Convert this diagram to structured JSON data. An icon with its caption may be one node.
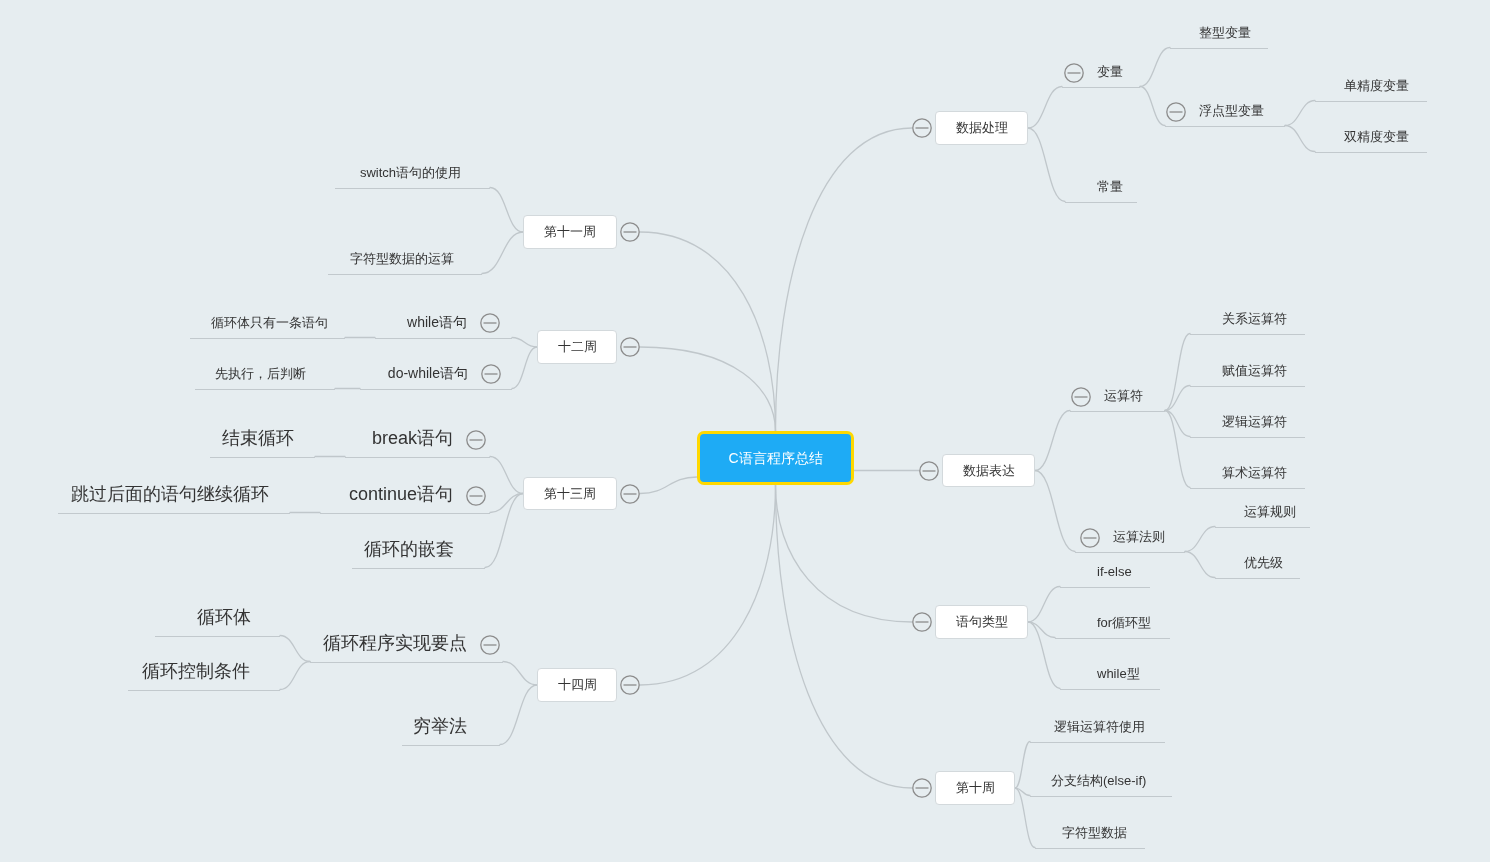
{
  "diagram": {
    "nodes": [
      {
        "text": [
          "C语言程序总结"
        ]
      },
      {
        "text": [
          "数据处理"
        ]
      },
      {
        "text": [
          "变量"
        ]
      },
      {
        "text": [
          "整型变量"
        ]
      },
      {
        "text": [
          "浮点型变量"
        ]
      },
      {
        "text": [
          "单精度变量"
        ]
      },
      {
        "text": [
          "双精度变量"
        ]
      },
      {
        "text": [
          "常量"
        ]
      },
      {
        "text": [
          "数据表达"
        ]
      },
      {
        "text": [
          "运算符"
        ]
      },
      {
        "text": [
          "关系运算符"
        ]
      },
      {
        "text": [
          "赋值运算符"
        ]
      },
      {
        "text": [
          "逻辑运算符"
        ]
      },
      {
        "text": [
          "算术运算符"
        ]
      },
      {
        "text": [
          "运算法则"
        ]
      },
      {
        "text": [
          "运算规则"
        ]
      },
      {
        "text": [
          "优先级"
        ]
      },
      {
        "text": [
          "语句类型"
        ]
      },
      {
        "text": [
          "if-else"
        ]
      },
      {
        "text": [
          "for循环型"
        ]
      },
      {
        "text": [
          "while型"
        ]
      },
      {
        "text": [
          "第十周"
        ]
      },
      {
        "text": [
          "逻辑运算符使用"
        ]
      },
      {
        "text": [
          "分支结构(else-if)"
        ]
      },
      {
        "text": [
          "字符型数据"
        ]
      },
      {
        "text": [
          "第十一周"
        ]
      },
      {
        "text": [
          "switch语句的使用"
        ]
      },
      {
        "text": [
          "字符型数据的运算"
        ]
      },
      {
        "text": [
          "十二周"
        ]
      },
      {
        "text": [
          "while语句"
        ]
      },
      {
        "text": [
          "循环体只有一条语句"
        ]
      },
      {
        "text": [
          "do-while语句"
        ]
      },
      {
        "text": [
          "先执行，后判断"
        ]
      },
      {
        "text": [
          "第十三周"
        ]
      },
      {
        "text": [
          "break语句"
        ]
      },
      {
        "text": [
          "结束循环"
        ]
      },
      {
        "text": [
          "continue语句"
        ]
      },
      {
        "text": [
          "跳过后面的语句继续循环"
        ]
      },
      {
        "text": [
          "循环的嵌套"
        ]
      },
      {
        "text": [
          "十四周"
        ]
      },
      {
        "text": [
          "循环程序实现要点"
        ]
      },
      {
        "text": [
          "循环体"
        ]
      },
      {
        "text": [
          "循环控制条件"
        ]
      },
      {
        "text": [
          "穷举法"
        ]
      }
    ],
    "edges": [
      {
        "from": 0,
        "to": 1,
        "arrow": "none"
      },
      {
        "from": 1,
        "to": 2,
        "arrow": "none"
      },
      {
        "from": 2,
        "to": 3,
        "arrow": "none"
      },
      {
        "from": 2,
        "to": 4,
        "arrow": "none"
      },
      {
        "from": 4,
        "to": 5,
        "arrow": "none"
      },
      {
        "from": 4,
        "to": 6,
        "arrow": "none"
      },
      {
        "from": 1,
        "to": 7,
        "arrow": "none"
      },
      {
        "from": 0,
        "to": 8,
        "arrow": "none"
      },
      {
        "from": 8,
        "to": 9,
        "arrow": "none"
      },
      {
        "from": 9,
        "to": 10,
        "arrow": "none"
      },
      {
        "from": 9,
        "to": 11,
        "arrow": "none"
      },
      {
        "from": 9,
        "to": 12,
        "arrow": "none"
      },
      {
        "from": 9,
        "to": 13,
        "arrow": "none"
      },
      {
        "from": 8,
        "to": 14,
        "arrow": "none"
      },
      {
        "from": 14,
        "to": 15,
        "arrow": "none"
      },
      {
        "from": 14,
        "to": 16,
        "arrow": "none"
      },
      {
        "from": 0,
        "to": 17,
        "arrow": "none"
      },
      {
        "from": 17,
        "to": 18,
        "arrow": "none"
      },
      {
        "from": 17,
        "to": 19,
        "arrow": "none"
      },
      {
        "from": 17,
        "to": 20,
        "arrow": "none"
      },
      {
        "from": 0,
        "to": 21,
        "arrow": "none"
      },
      {
        "from": 21,
        "to": 22,
        "arrow": "none"
      },
      {
        "from": 21,
        "to": 23,
        "arrow": "none"
      },
      {
        "from": 21,
        "to": 24,
        "arrow": "none"
      },
      {
        "from": 0,
        "to": 25,
        "arrow": "none"
      },
      {
        "from": 25,
        "to": 26,
        "arrow": "none"
      },
      {
        "from": 25,
        "to": 27,
        "arrow": "none"
      },
      {
        "from": 0,
        "to": 28,
        "arrow": "none"
      },
      {
        "from": 28,
        "to": 29,
        "arrow": "none"
      },
      {
        "from": 29,
        "to": 30,
        "arrow": "none"
      },
      {
        "from": 28,
        "to": 31,
        "arrow": "none"
      },
      {
        "from": 31,
        "to": 32,
        "arrow": "none"
      },
      {
        "from": 0,
        "to": 33,
        "arrow": "none"
      },
      {
        "from": 33,
        "to": 34,
        "arrow": "none"
      },
      {
        "from": 34,
        "to": 35,
        "arrow": "none"
      },
      {
        "from": 33,
        "to": 36,
        "arrow": "none"
      },
      {
        "from": 36,
        "to": 37,
        "arrow": "none"
      },
      {
        "from": 33,
        "to": 38,
        "arrow": "none"
      },
      {
        "from": 0,
        "to": 39,
        "arrow": "none"
      },
      {
        "from": 39,
        "to": 40,
        "arrow": "none"
      },
      {
        "from": 40,
        "to": 41,
        "arrow": "none"
      },
      {
        "from": 40,
        "to": 42,
        "arrow": "none"
      },
      {
        "from": 39,
        "to": 43,
        "arrow": "none"
      }
    ]
  }
}
